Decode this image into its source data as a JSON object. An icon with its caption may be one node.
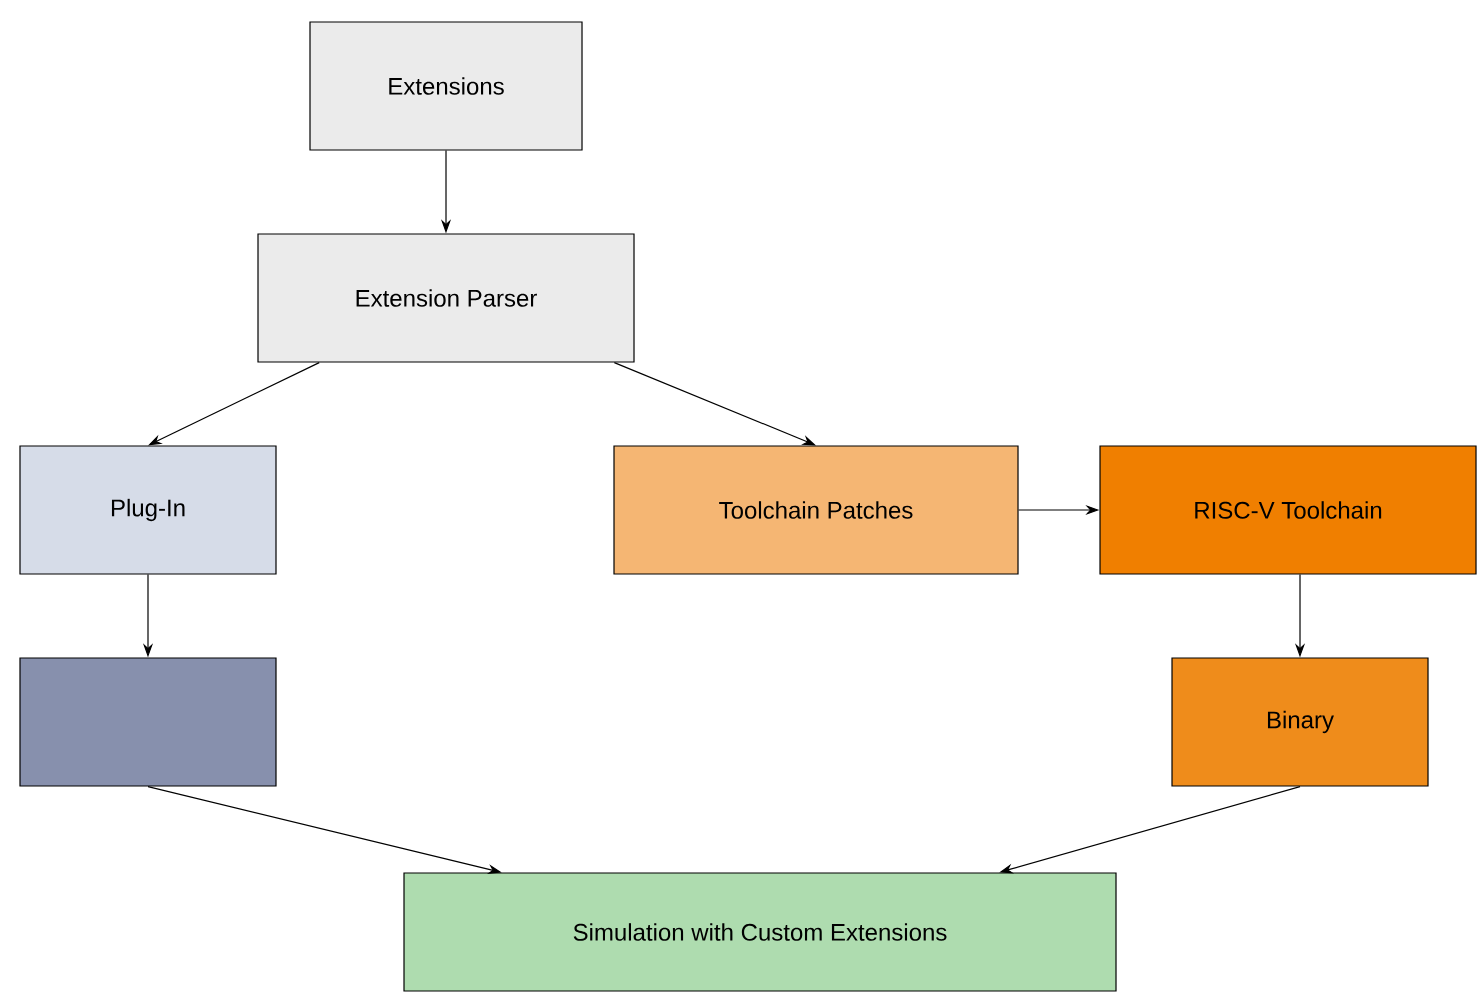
{
  "diagram": {
    "nodes": [
      {
        "text": [
          "Extensions"
        ]
      },
      {
        "text": [
          "Extension Parser"
        ]
      },
      {
        "text": [
          "Plug-In"
        ]
      },
      {
        "text": [
          "Toolchain Patches"
        ]
      },
      {
        "text": [
          "RISC-V Toolchain"
        ]
      },
      {
        "text": [],
        "shape": "box"
      },
      {
        "text": [
          "Binary"
        ]
      },
      {
        "text": [
          "Simulation with Custom Extensions"
        ]
      }
    ],
    "edges": [
      {
        "from": 0,
        "to": 1,
        "arrow": "to"
      },
      {
        "from": 1,
        "to": 2,
        "arrow": "to"
      },
      {
        "from": 1,
        "to": 3,
        "arrow": "to"
      },
      {
        "from": 3,
        "to": 4,
        "arrow": "to"
      },
      {
        "from": 2,
        "to": 5,
        "arrow": "to"
      },
      {
        "from": 4,
        "to": 6,
        "arrow": "to"
      },
      {
        "from": 5,
        "to": 7,
        "arrow": "to"
      },
      {
        "from": 6,
        "to": 7,
        "arrow": "to"
      }
    ]
  }
}
